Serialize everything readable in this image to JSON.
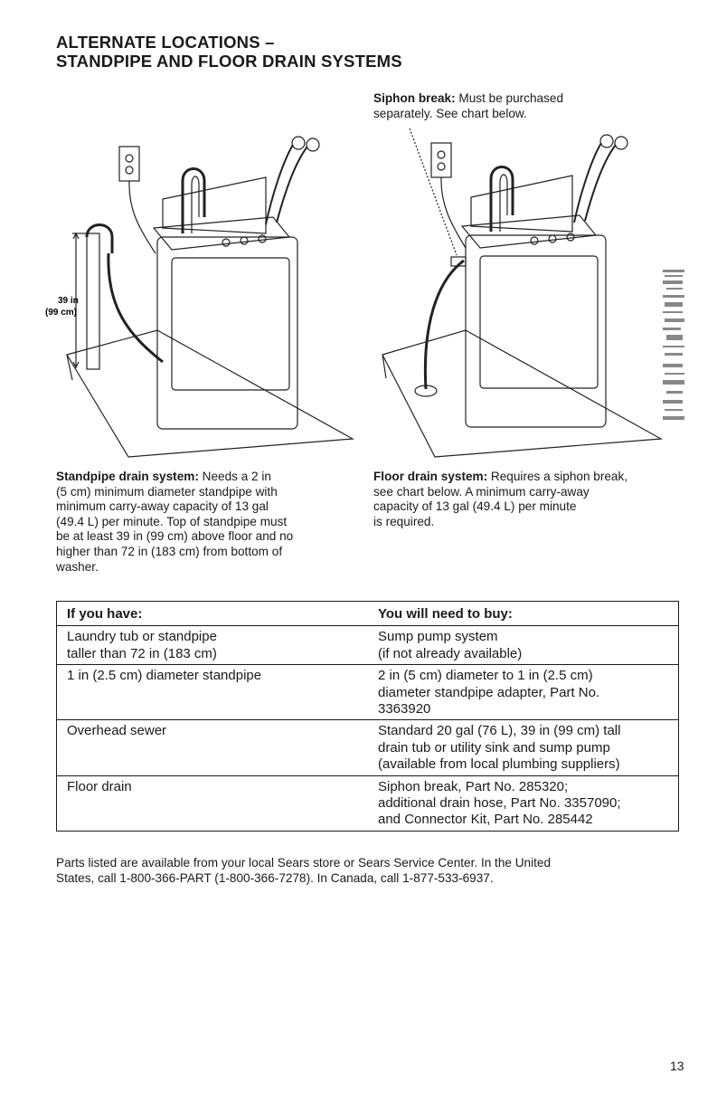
{
  "heading": {
    "line1": "ALTERNATE LOCATIONS –",
    "line2": "STANDPIPE AND FLOOR DRAIN SYSTEMS"
  },
  "siphon_note": {
    "label": "Siphon break:",
    "text_line1": " Must be purchased",
    "text_line2": "separately. See chart below."
  },
  "left_figure": {
    "height_label_in": "39 in",
    "height_label_cm": "(99 cm)"
  },
  "standpipe_caption": {
    "label": "Standpipe drain system:",
    "line1": " Needs a 2 in",
    "line2": "(5 cm) minimum diameter standpipe with",
    "line3": "minimum carry-away capacity of 13 gal",
    "line4": "(49.4 L) per minute. Top of standpipe must",
    "line5": "be at least 39 in (99 cm) above floor and no",
    "line6": "higher than 72 in (183 cm) from bottom of",
    "line7": "washer."
  },
  "floor_caption": {
    "label": "Floor drain system:",
    "line1": " Requires a siphon break,",
    "line2": "see chart below. A minimum carry-away",
    "line3": "capacity of 13 gal (49.4 L) per minute",
    "line4": "is required."
  },
  "table": {
    "header_have": "If you have:",
    "header_buy": "You will need to buy:",
    "rows": [
      {
        "have": [
          "Laundry tub or standpipe",
          "taller than 72 in (183 cm)"
        ],
        "buy": [
          "Sump pump system",
          "(if not already available)"
        ]
      },
      {
        "have": [
          "1 in (2.5 cm) diameter standpipe"
        ],
        "buy": [
          "2 in (5 cm) diameter to 1 in (2.5 cm)",
          "diameter standpipe adapter, Part No.",
          "3363920"
        ]
      },
      {
        "have": [
          "Overhead sewer"
        ],
        "buy": [
          "Standard 20 gal (76 L), 39 in (99 cm) tall",
          "drain tub or utility sink and sump pump",
          "(available from local plumbing suppliers)"
        ]
      },
      {
        "have": [
          "Floor drain"
        ],
        "buy": [
          "Siphon break, Part No. 285320;",
          "additional drain hose, Part No. 3357090;",
          "and Connector Kit, Part No. 285442"
        ]
      }
    ]
  },
  "footnote": {
    "line1": "Parts listed are available from your local Sears store or Sears Service Center. In the United",
    "line2": "States, call 1-800-366-PART (1-800-366-7278). In Canada, call 1-877-533-6937."
  },
  "page_number": "13"
}
